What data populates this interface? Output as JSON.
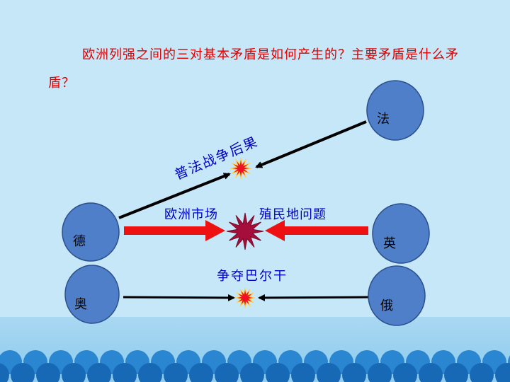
{
  "question": "欧洲列强之间的三对基本矛盾是如何产生的？主要矛盾是什么矛盾？",
  "nodes": {
    "france": "法",
    "germany": "德",
    "britain": "英",
    "austria": "奥",
    "russia": "俄"
  },
  "conflicts": {
    "franco_prussian": "普法战争后果",
    "european_market": "欧洲市场",
    "colonial": "殖民地问题",
    "balkans": "争夺巴尔干"
  },
  "colors": {
    "background": "#c6e7f8",
    "question_text": "#e00000",
    "label_text": "#0000c8",
    "node_fill": "#4f7fc9",
    "node_stroke": "#2a4f8c",
    "red_arrow": "#ee1111",
    "burst_small": "#ee1122",
    "burst_large": "#a50d3a",
    "wave": "#1976c2"
  }
}
